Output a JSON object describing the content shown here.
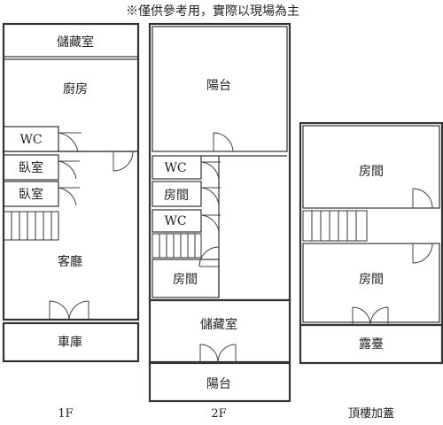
{
  "disclaimer": "※僅供參考用，實際以現場為主",
  "floors": {
    "first": {
      "label": "1F",
      "rooms": {
        "storage": "儲藏室",
        "kitchen": "廚房",
        "wc": "WC",
        "bedroom_a": "臥室",
        "bedroom_b": "臥室",
        "living": "客廳",
        "garage": "車庫"
      }
    },
    "second": {
      "label": "2F",
      "rooms": {
        "balcony_top": "陽台",
        "wc_a": "WC",
        "room_a": "房間",
        "wc_b": "WC",
        "room_b": "房間",
        "storage": "儲藏室",
        "balcony_bottom": "陽台"
      }
    },
    "roof": {
      "label": "頂樓加蓋",
      "rooms": {
        "room_top": "房間",
        "room_bottom": "房間",
        "terrace": "露臺"
      }
    }
  }
}
